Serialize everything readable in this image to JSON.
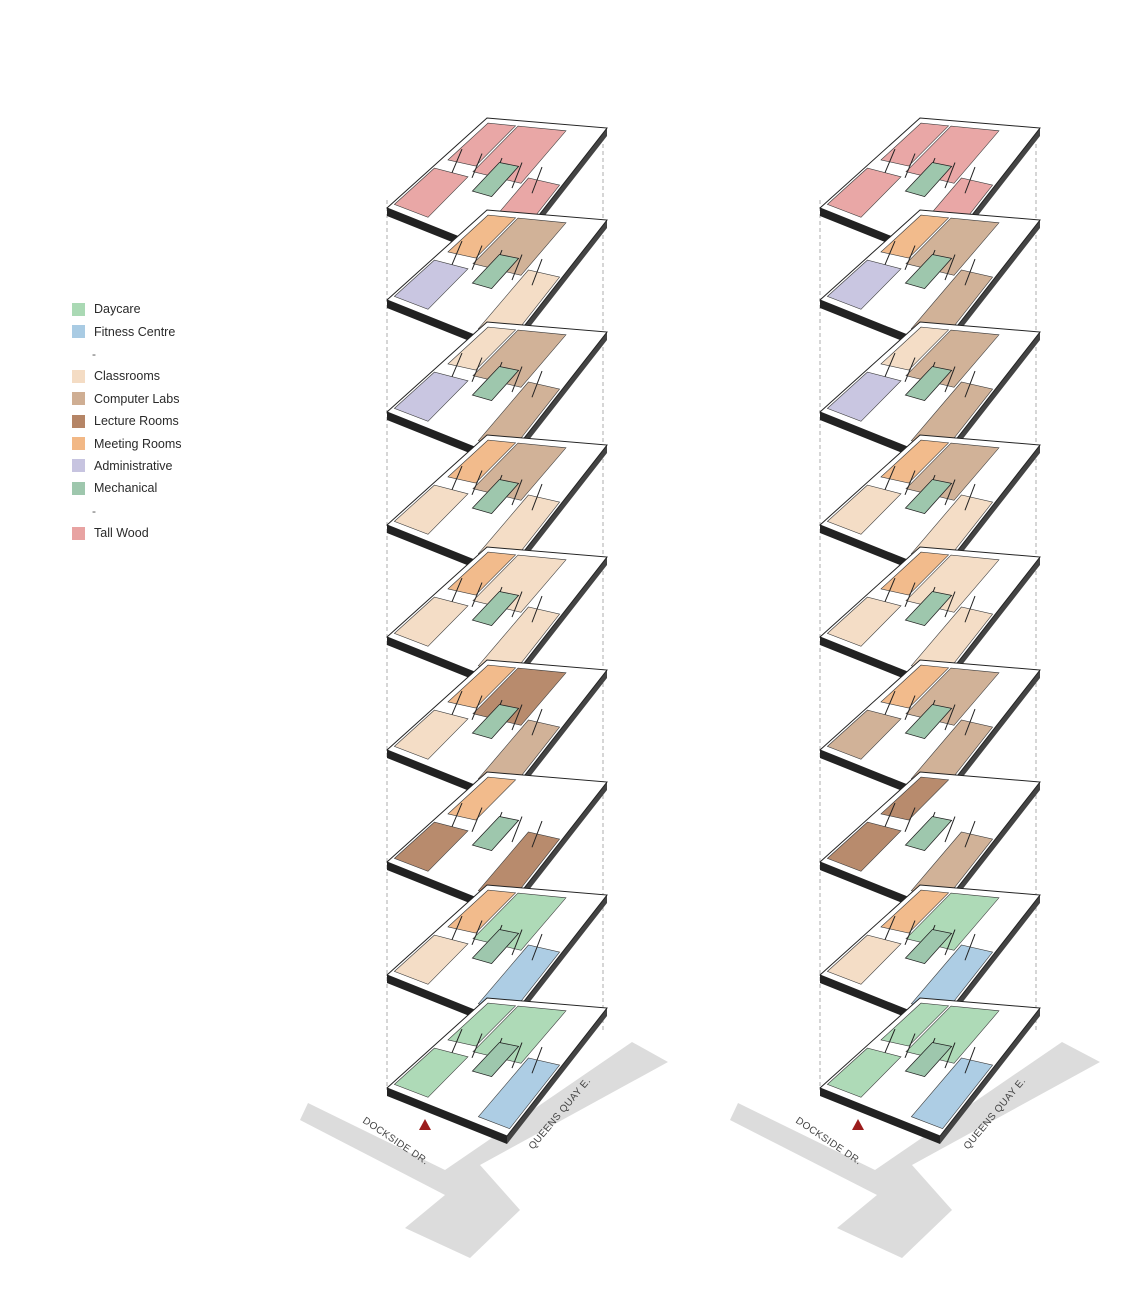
{
  "legend": [
    {
      "label": "Daycare",
      "color": "#aad9b4"
    },
    {
      "label": "Fitness Centre",
      "color": "#a9cbe3"
    },
    {
      "label": "-",
      "separator": true
    },
    {
      "label": "Classrooms",
      "color": "#f4dcc4"
    },
    {
      "label": "Computer Labs",
      "color": "#cfae93"
    },
    {
      "label": "Lecture Rooms",
      "color": "#b58566"
    },
    {
      "label": "Meeting Rooms",
      "color": "#f2b886"
    },
    {
      "label": "Administrative",
      "color": "#c7c4e0"
    },
    {
      "label": "Mechanical",
      "color": "#9ec7ad"
    },
    {
      "label": "-",
      "separator": true
    },
    {
      "label": "Tall Wood",
      "color": "#e8a3a2"
    }
  ],
  "streets": {
    "left": "DOCKSIDE DR.",
    "right": "QUEENS QUAY E."
  },
  "towers": [
    {
      "name": "tower-a",
      "levels": [
        [
          "#e8a3a2",
          "#e8a3a2",
          "#e8a3a2",
          "#e8a3a2"
        ],
        [
          "#c7c4e0",
          "#cfae93",
          "#f2b886",
          "#f4dcc4"
        ],
        [
          "#c7c4e0",
          "#cfae93",
          "#f4dcc4",
          "#cfae93"
        ],
        [
          "#f4dcc4",
          "#cfae93",
          "#f2b886",
          "#f4dcc4"
        ],
        [
          "#f4dcc4",
          "#f4dcc4",
          "#f2b886",
          "#f4dcc4"
        ],
        [
          "#f4dcc4",
          "#b58566",
          "#f2b886",
          "#cfae93"
        ],
        [
          "#b58566",
          "#ffffff",
          "#f2b886",
          "#b58566"
        ],
        [
          "#f4dcc4",
          "#aad9b4",
          "#f2b886",
          "#a9cbe3"
        ],
        [
          "#aad9b4",
          "#aad9b4",
          "#aad9b4",
          "#a9cbe3"
        ]
      ]
    },
    {
      "name": "tower-b",
      "levels": [
        [
          "#e8a3a2",
          "#e8a3a2",
          "#e8a3a2",
          "#e8a3a2"
        ],
        [
          "#c7c4e0",
          "#cfae93",
          "#f2b886",
          "#cfae93"
        ],
        [
          "#c7c4e0",
          "#cfae93",
          "#f4dcc4",
          "#cfae93"
        ],
        [
          "#f4dcc4",
          "#cfae93",
          "#f2b886",
          "#f4dcc4"
        ],
        [
          "#f4dcc4",
          "#f4dcc4",
          "#f2b886",
          "#f4dcc4"
        ],
        [
          "#cfae93",
          "#cfae93",
          "#f2b886",
          "#cfae93"
        ],
        [
          "#b58566",
          "#ffffff",
          "#b58566",
          "#cfae93"
        ],
        [
          "#f4dcc4",
          "#aad9b4",
          "#f2b886",
          "#a9cbe3"
        ],
        [
          "#aad9b4",
          "#aad9b4",
          "#aad9b4",
          "#a9cbe3"
        ]
      ]
    }
  ]
}
